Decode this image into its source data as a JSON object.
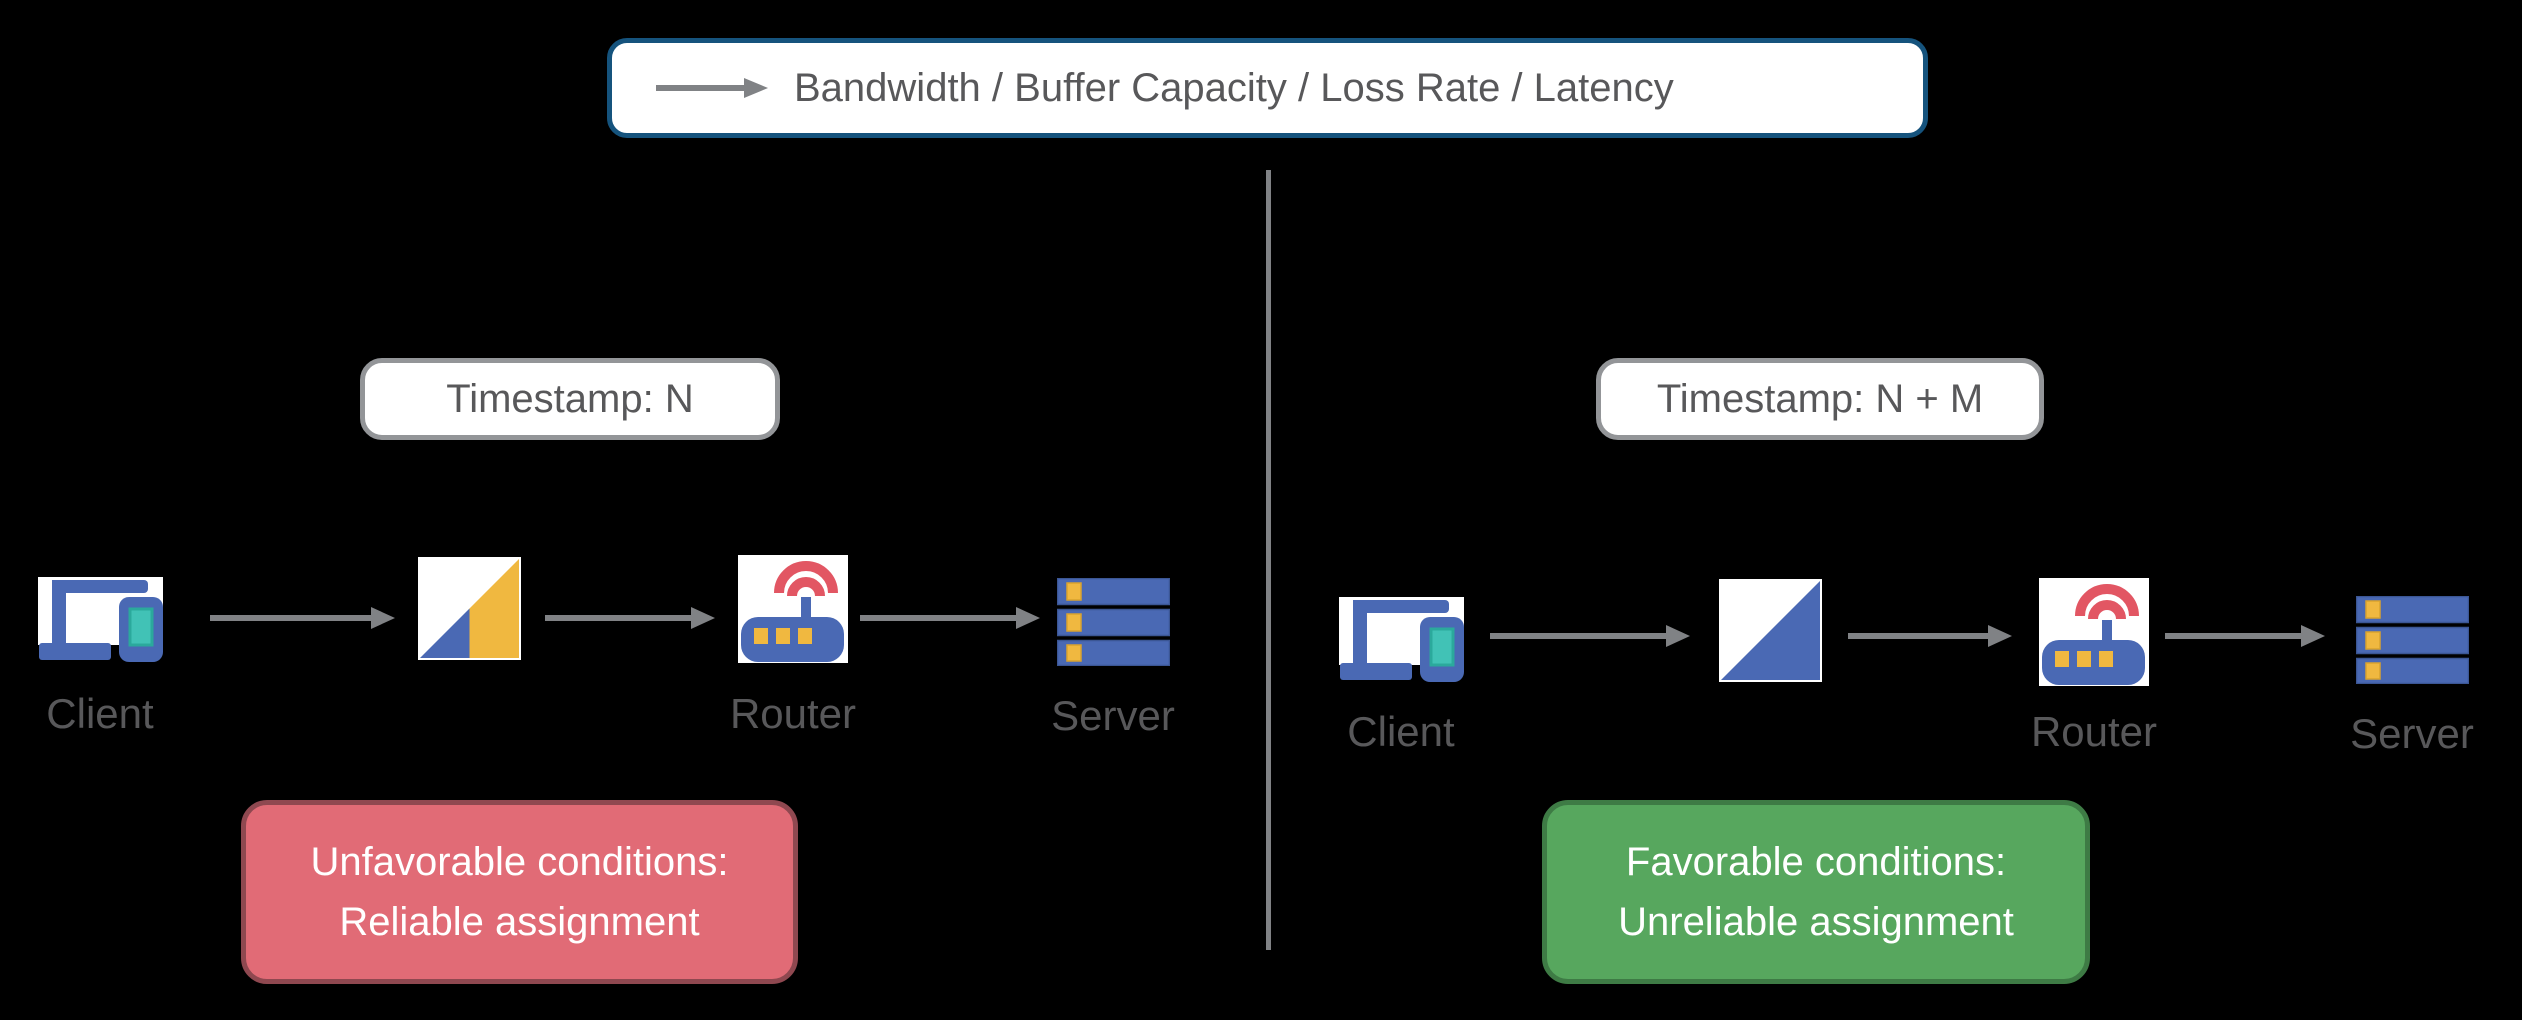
{
  "legend": {
    "label": "Bandwidth / Buffer Capacity / Loss Rate / Latency",
    "arrow_icon": "right-arrow"
  },
  "panels": {
    "left": {
      "timestamp": "Timestamp: N",
      "client_label": "Client",
      "router_label": "Router",
      "server_label": "Server",
      "meter_icon": "link-meter-half-blue-half-yellow",
      "status_line1": "Unfavorable conditions:",
      "status_line2": "Reliable assignment"
    },
    "right": {
      "timestamp": "Timestamp: N + M",
      "client_label": "Client",
      "router_label": "Router",
      "server_label": "Server",
      "meter_icon": "link-meter-full-blue",
      "status_line1": "Favorable conditions:",
      "status_line2": "Unreliable assignment"
    }
  },
  "icons": {
    "client": "laptop-and-phone",
    "router": "wifi-router",
    "server": "server-rack",
    "flow_arrow": "right-arrow"
  },
  "colors": {
    "background": "#000000",
    "legend_border": "#15537d",
    "timestamp_border": "#939598",
    "arrow_gray": "#808285",
    "text_dark": "#58585a",
    "icon_blue": "#4a69b4",
    "icon_blue_dark": "#3b5694",
    "icon_teal": "#41c2b6",
    "icon_teal_dark": "#2ba99c",
    "icon_yellow": "#f0b840",
    "icon_yellow_dark": "#d9a32e",
    "icon_red": "#e25663",
    "unfavorable_fill": "#e16b76",
    "unfavorable_border": "#8f4850",
    "favorable_fill": "#57a75e",
    "favorable_border": "#3e7b45",
    "white": "#ffffff"
  }
}
